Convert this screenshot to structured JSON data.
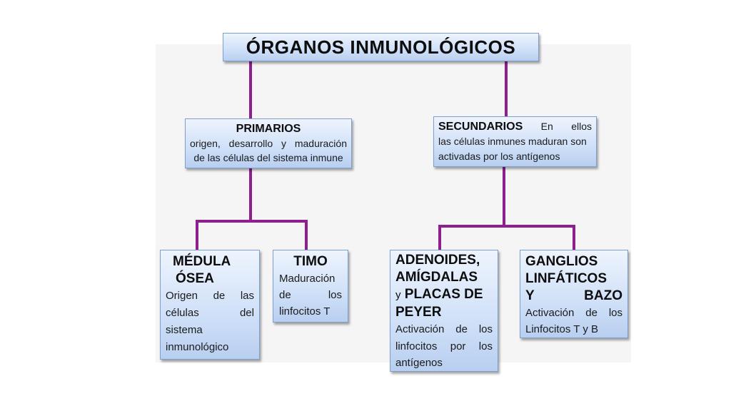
{
  "title": "ÓRGANOS INMUNOLÓGICOS",
  "primarios": {
    "heading": "PRIMARIOS",
    "line1": "origen, desarrollo y maduración",
    "line2": "de las células del sistema inmune"
  },
  "secundarios": {
    "heading": "SECUNDARIOS",
    "line1_rest": "En ellos",
    "line2": "las células inmunes maduran son",
    "line3": "activadas por los antígenos"
  },
  "medula": {
    "heading_line1": "MÉDULA",
    "heading_line2": "ÓSEA",
    "lines": [
      "Origen de las",
      "células del",
      "sistema",
      "inmunológico"
    ]
  },
  "timo": {
    "heading": "TIMO",
    "lines": [
      "Maduración",
      "de los",
      "linfocitos T"
    ]
  },
  "adenoides": {
    "heading_line1": "ADENOIDES,",
    "heading_line2": "AMÍGDALAS",
    "connector": "y",
    "heading_line3": "PLACAS DE",
    "heading_line4": "PEYER",
    "lines": [
      "Activación de los",
      "linfocitos por los",
      "antígenos"
    ]
  },
  "ganglios": {
    "heading_line1": "GANGLIOS",
    "heading_line2": "LINFÁTICOS",
    "heading_line3a": "Y",
    "heading_line3b": "BAZO",
    "lines": [
      "Activación de los",
      "Linfocitos T y B"
    ]
  },
  "colors": {
    "connector": "#8e1f8e",
    "box_border": "#7f9fcf"
  }
}
